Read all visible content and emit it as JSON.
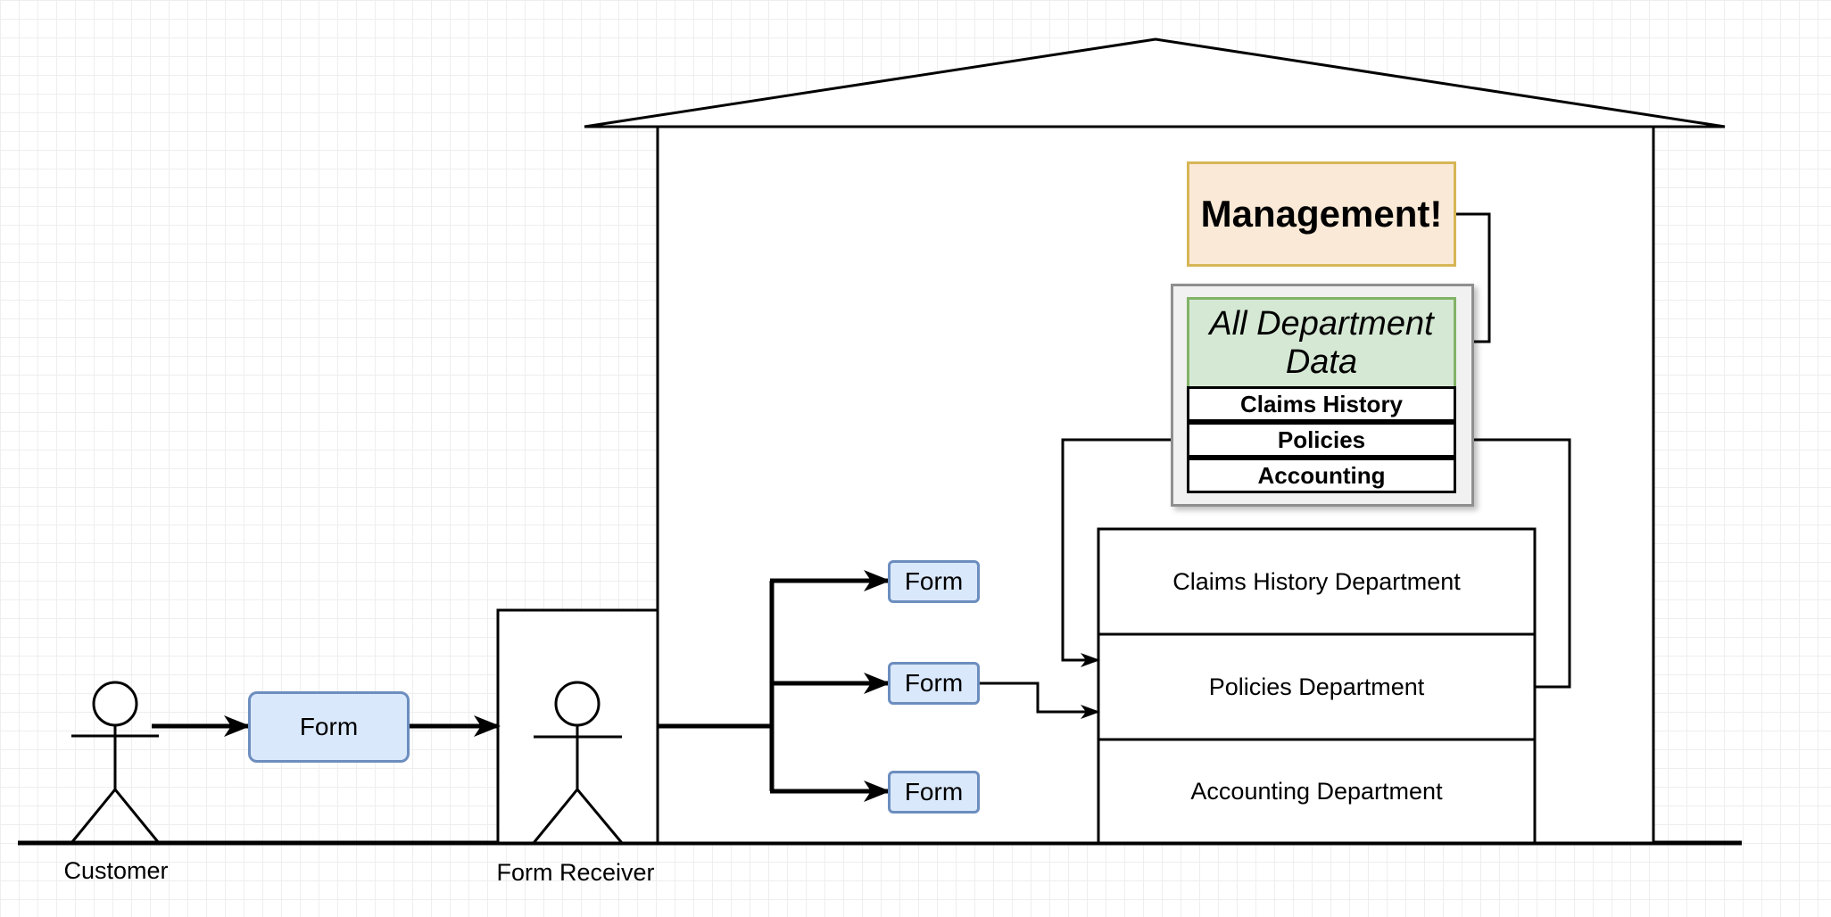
{
  "actors": {
    "customer": "Customer",
    "form_receiver": "Form Receiver"
  },
  "forms": {
    "customer_form": "Form",
    "claims_form": "Form",
    "policies_form": "Form",
    "accounting_form": "Form"
  },
  "management": "Management!",
  "database": {
    "title_line1": "All Department",
    "title_line2": "Data",
    "tables": [
      "Claims History",
      "Policies",
      "Accounting"
    ]
  },
  "departments": [
    "Claims History Department",
    "Policies Department",
    "Accounting Department"
  ],
  "colors": {
    "form_fill": "#dae8fc",
    "form_stroke": "#6c8ebf",
    "management_fill": "#fae9d6",
    "management_stroke": "#d6b656",
    "db_header_fill": "#d5e8d4",
    "db_header_stroke": "#82b366"
  }
}
